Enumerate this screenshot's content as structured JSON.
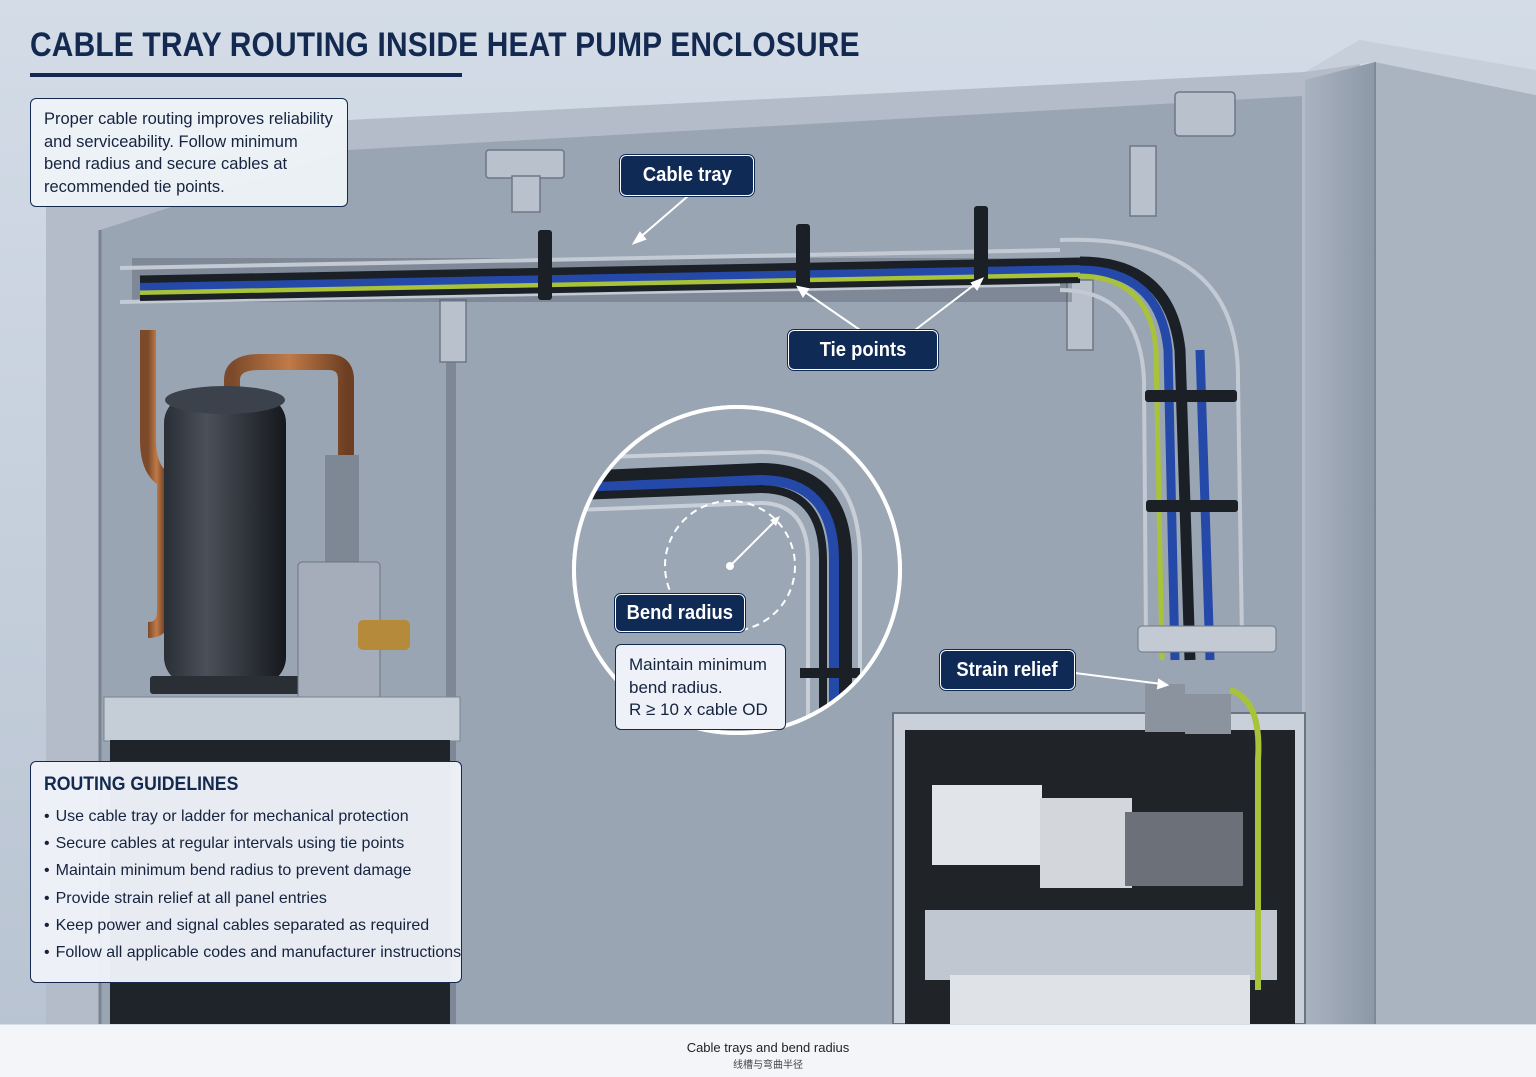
{
  "title": "CABLE TRAY ROUTING INSIDE HEAT PUMP ENCLOSURE",
  "intro": "Proper cable routing improves reliability and serviceability. Follow minimum bend radius and secure cables at recommended tie points.",
  "callouts": {
    "cable_tray": "Cable tray",
    "tie_points": "Tie points",
    "bend_radius": "Bend radius",
    "strain_relief": "Strain relief"
  },
  "bend_note": {
    "line1": "Maintain minimum",
    "line2": "bend radius.",
    "line3": "R ≥ 10 x cable OD"
  },
  "guidelines": {
    "heading": "ROUTING GUIDELINES",
    "items": [
      "Use cable tray or ladder for mechanical protection",
      "Secure cables at regular intervals using tie points",
      "Maintain minimum bend radius to prevent damage",
      "Provide strain relief at all panel entries",
      "Keep power and signal cables separated as required",
      "Follow all applicable codes and manufacturer instructions"
    ]
  },
  "caption": {
    "english": "Cable trays and bend radius",
    "chinese": "线槽与弯曲半径"
  },
  "colors": {
    "navy": "#0f2a55",
    "panel": "#9aa6b5",
    "cable_blue": "#2549a8",
    "cable_black": "#1b1f26",
    "cable_green_yellow": "#a8c23a"
  }
}
